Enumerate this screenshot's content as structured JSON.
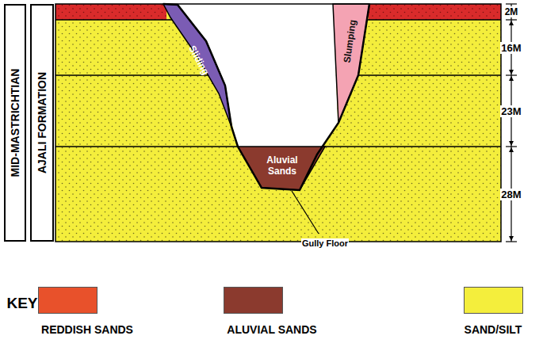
{
  "diagram": {
    "nodes": [
      {
        "text": [
          "MID-MASTRICHTIAN"
        ]
      },
      {
        "text": [
          "AJALI FORMATION"
        ]
      },
      {
        "text": [
          "Sliding"
        ]
      },
      {
        "text": [
          "Slumping"
        ]
      },
      {
        "text": [
          "Aluvial Sands"
        ]
      }
    ],
    "labels": [
      "2M",
      "16M",
      "23M",
      "28M",
      "Gully Floor",
      "KEY"
    ],
    "legend": [
      {
        "text": "REDDISH SANDS",
        "color": "#e8512b"
      },
      {
        "text": "ALUVIAL SANDS",
        "color": "#8b3a2e"
      },
      {
        "text": "SAND/SILT",
        "color": "#f4ee3c"
      }
    ]
  }
}
